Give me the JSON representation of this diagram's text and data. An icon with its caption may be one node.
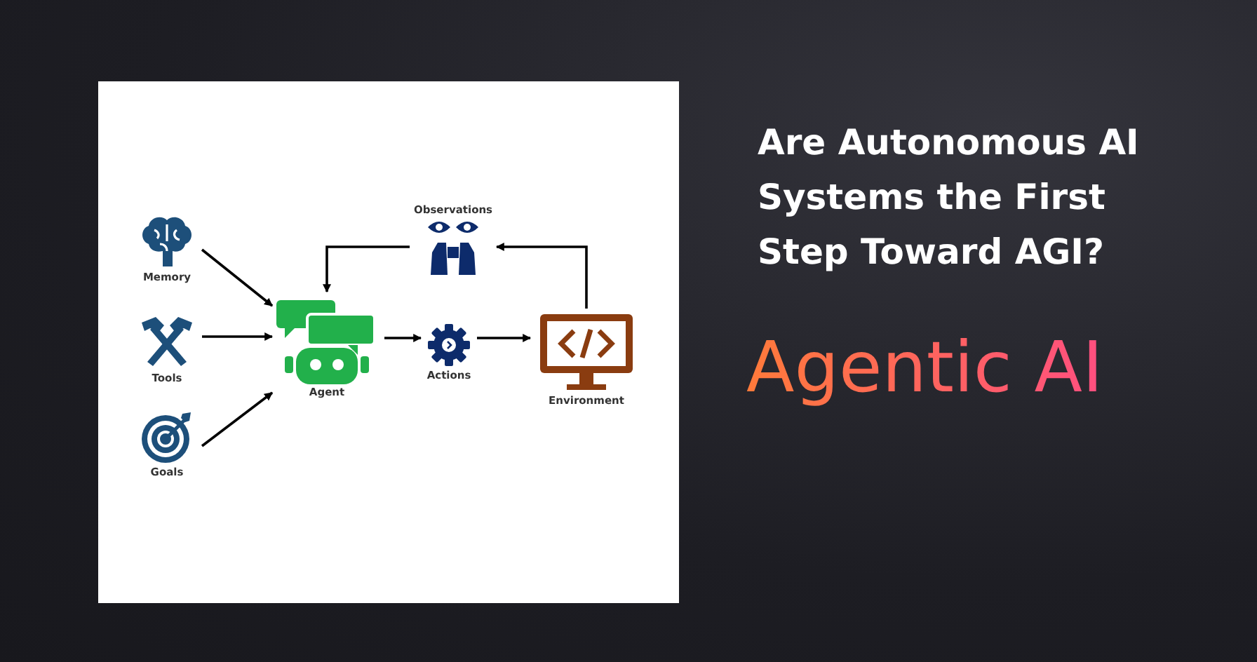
{
  "diagram": {
    "title": "Are Autonomous AI Systems the First Step Toward AGI?",
    "nodes": [
      {
        "text": [
          "Memory"
        ]
      },
      {
        "text": [
          "Tools"
        ]
      },
      {
        "text": [
          "Goals"
        ]
      },
      {
        "text": [
          "Agent"
        ]
      },
      {
        "text": [
          "Actions"
        ]
      },
      {
        "text": [
          "Environment"
        ]
      },
      {
        "text": [
          "Observations"
        ]
      }
    ],
    "edges": [
      {
        "from": 0,
        "to": 3,
        "arrow": "to"
      },
      {
        "from": 1,
        "to": 3,
        "arrow": "to"
      },
      {
        "from": 2,
        "to": 3,
        "arrow": "to"
      },
      {
        "from": 3,
        "to": 4,
        "arrow": "to"
      },
      {
        "from": 4,
        "to": 5,
        "arrow": "to"
      },
      {
        "from": 5,
        "to": 6,
        "arrow": "to"
      },
      {
        "from": 6,
        "to": 3,
        "arrow": "to"
      }
    ],
    "labels": [
      "Agentic AI"
    ]
  }
}
